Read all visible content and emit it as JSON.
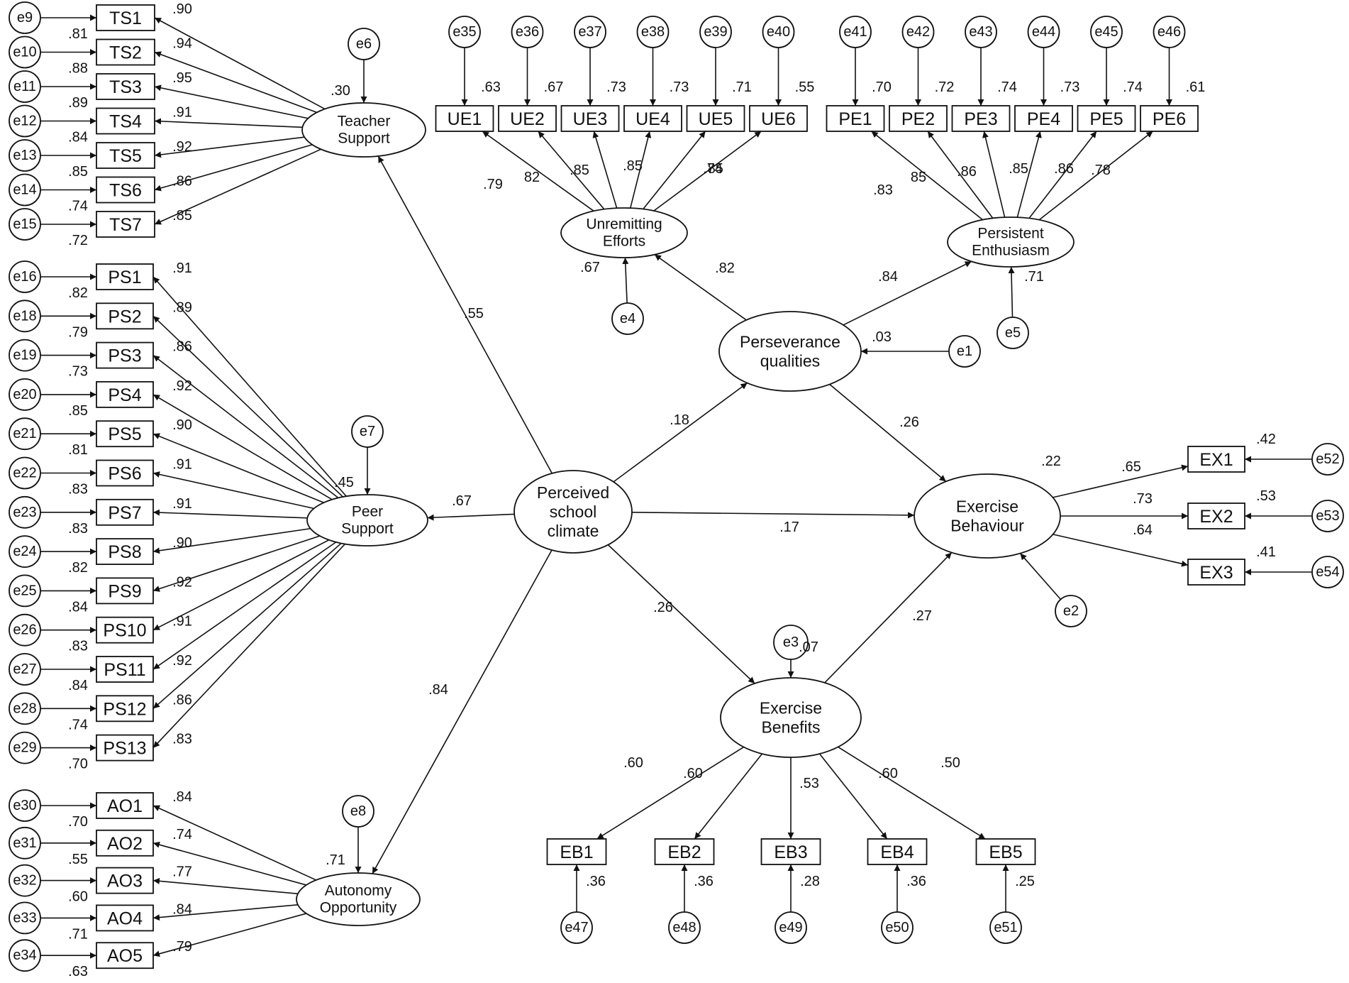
{
  "latents": [
    {
      "id": "TS",
      "lines": [
        "Teacher",
        "Support"
      ],
      "r2": ".30",
      "err": "e6"
    },
    {
      "id": "PSUP",
      "lines": [
        "Peer",
        "Support"
      ],
      "r2": ".45",
      "err": "e7"
    },
    {
      "id": "AO",
      "lines": [
        "Autonomy",
        "Opportunity"
      ],
      "r2": ".71",
      "err": "e8"
    },
    {
      "id": "UE",
      "lines": [
        "Unremitting",
        "Efforts"
      ],
      "r2": ".67",
      "err": "e4"
    },
    {
      "id": "PEN",
      "lines": [
        "Persistent",
        "Enthusiasm"
      ],
      "r2": ".71",
      "err": "e5"
    },
    {
      "id": "PSC",
      "lines": [
        "Perceived",
        "school",
        "climate"
      ]
    },
    {
      "id": "PQ",
      "lines": [
        "Perseverance",
        "qualities"
      ],
      "r2": ".03",
      "err": "e1"
    },
    {
      "id": "EXB",
      "lines": [
        "Exercise",
        "Behaviour"
      ],
      "r2": ".22",
      "err": "e2"
    },
    {
      "id": "EBEN",
      "lines": [
        "Exercise",
        "Benefits"
      ],
      "r2": ".07",
      "err": "e3"
    }
  ],
  "structural_paths": [
    {
      "from": "PSC",
      "to": "TS",
      "coef": ".55"
    },
    {
      "from": "PSC",
      "to": "PSUP",
      "coef": ".67"
    },
    {
      "from": "PSC",
      "to": "AO",
      "coef": ".84"
    },
    {
      "from": "PSC",
      "to": "PQ",
      "coef": ".18"
    },
    {
      "from": "PSC",
      "to": "EXB",
      "coef": ".17"
    },
    {
      "from": "PSC",
      "to": "EBEN",
      "coef": ".26"
    },
    {
      "from": "PQ",
      "to": "UE",
      "coef": ".82"
    },
    {
      "from": "PQ",
      "to": "PEN",
      "coef": ".84"
    },
    {
      "from": "PQ",
      "to": "EXB",
      "coef": ".26"
    },
    {
      "from": "EBEN",
      "to": "EXB",
      "coef": ".27"
    }
  ],
  "indicator_groups": [
    {
      "latent": "TS",
      "items": [
        {
          "name": "TS1",
          "err": "e9",
          "loading": ".90",
          "r2": ".81"
        },
        {
          "name": "TS2",
          "err": "e10",
          "loading": ".94",
          "r2": ".88"
        },
        {
          "name": "TS3",
          "err": "e11",
          "loading": ".95",
          "r2": ".89"
        },
        {
          "name": "TS4",
          "err": "e12",
          "loading": ".91",
          "r2": ".84"
        },
        {
          "name": "TS5",
          "err": "e13",
          "loading": ".92",
          "r2": ".85"
        },
        {
          "name": "TS6",
          "err": "e14",
          "loading": ".86",
          "r2": ".74"
        },
        {
          "name": "TS7",
          "err": "e15",
          "loading": ".85",
          "r2": ".72"
        }
      ]
    },
    {
      "latent": "PSUP",
      "items": [
        {
          "name": "PS1",
          "err": "e16",
          "loading": ".91",
          "r2": ".82"
        },
        {
          "name": "PS2",
          "err": "e18",
          "loading": ".89",
          "r2": ".79"
        },
        {
          "name": "PS3",
          "err": "e19",
          "loading": ".86",
          "r2": ".73"
        },
        {
          "name": "PS4",
          "err": "e20",
          "loading": ".92",
          "r2": ".85"
        },
        {
          "name": "PS5",
          "err": "e21",
          "loading": ".90",
          "r2": ".81"
        },
        {
          "name": "PS6",
          "err": "e22",
          "loading": ".91",
          "r2": ".83"
        },
        {
          "name": "PS7",
          "err": "e23",
          "loading": ".91",
          "r2": ".83"
        },
        {
          "name": "PS8",
          "err": "e24",
          "loading": ".90",
          "r2": ".82"
        },
        {
          "name": "PS9",
          "err": "e25",
          "loading": ".92",
          "r2": ".84"
        },
        {
          "name": "PS10",
          "err": "e26",
          "loading": ".91",
          "r2": ".83"
        },
        {
          "name": "PS11",
          "err": "e27",
          "loading": ".92",
          "r2": ".84"
        },
        {
          "name": "PS12",
          "err": "e28",
          "loading": ".86",
          "r2": ".74"
        },
        {
          "name": "PS13",
          "err": "e29",
          "loading": ".83",
          "r2": ".70"
        }
      ]
    },
    {
      "latent": "AO",
      "items": [
        {
          "name": "AO1",
          "err": "e30",
          "loading": ".84",
          "r2": ".70"
        },
        {
          "name": "AO2",
          "err": "e31",
          "loading": ".74",
          "r2": ".55"
        },
        {
          "name": "AO3",
          "err": "e32",
          "loading": ".77",
          "r2": ".60"
        },
        {
          "name": "AO4",
          "err": "e33",
          "loading": ".84",
          "r2": ".71"
        },
        {
          "name": "AO5",
          "err": "e34",
          "loading": ".79",
          "r2": ".63"
        }
      ]
    },
    {
      "latent": "UE",
      "items": [
        {
          "name": "UE1",
          "err": "e35",
          "loading": ".79",
          "r2": ".63"
        },
        {
          "name": "UE2",
          "err": "e36",
          "loading": "82",
          "r2": ".67"
        },
        {
          "name": "UE3",
          "err": "e37",
          "loading": ".85",
          "r2": ".73"
        },
        {
          "name": "UE4",
          "err": "e38",
          "loading": ".85",
          "r2": ".73"
        },
        {
          "name": "UE5",
          "err": "e39",
          "loading": ".85",
          "r2": ".71"
        },
        {
          "name": "UE6",
          "err": "e40",
          "loading": ".74",
          "r2": ".55"
        }
      ]
    },
    {
      "latent": "PEN",
      "items": [
        {
          "name": "PE1",
          "err": "e41",
          "loading": ".83",
          "r2": ".70"
        },
        {
          "name": "PE2",
          "err": "e42",
          "loading": "85",
          "r2": ".72"
        },
        {
          "name": "PE3",
          "err": "e43",
          "loading": ".86",
          "r2": ".74"
        },
        {
          "name": "PE4",
          "err": "e44",
          "loading": ".85",
          "r2": ".73"
        },
        {
          "name": "PE5",
          "err": "e45",
          "loading": ".86",
          "r2": ".74"
        },
        {
          "name": "PE6",
          "err": "e46",
          "loading": ".78",
          "r2": ".61"
        }
      ]
    },
    {
      "latent": "EBEN",
      "items": [
        {
          "name": "EB1",
          "err": "e47",
          "loading": ".60",
          "r2": ".36"
        },
        {
          "name": "EB2",
          "err": "e48",
          "loading": ".60",
          "r2": ".36"
        },
        {
          "name": "EB3",
          "err": "e49",
          "loading": ".53",
          "r2": ".28"
        },
        {
          "name": "EB4",
          "err": "e50",
          "loading": ".60",
          "r2": ".36"
        },
        {
          "name": "EB5",
          "err": "e51",
          "loading": ".50",
          "r2": ".25"
        }
      ]
    },
    {
      "latent": "EXB",
      "items": [
        {
          "name": "EX1",
          "err": "e52",
          "loading": ".65",
          "r2": ".42"
        },
        {
          "name": "EX2",
          "err": "e53",
          "loading": ".73",
          "r2": ".53"
        },
        {
          "name": "EX3",
          "err": "e54",
          "loading": ".64",
          "r2": ".41"
        }
      ]
    }
  ]
}
